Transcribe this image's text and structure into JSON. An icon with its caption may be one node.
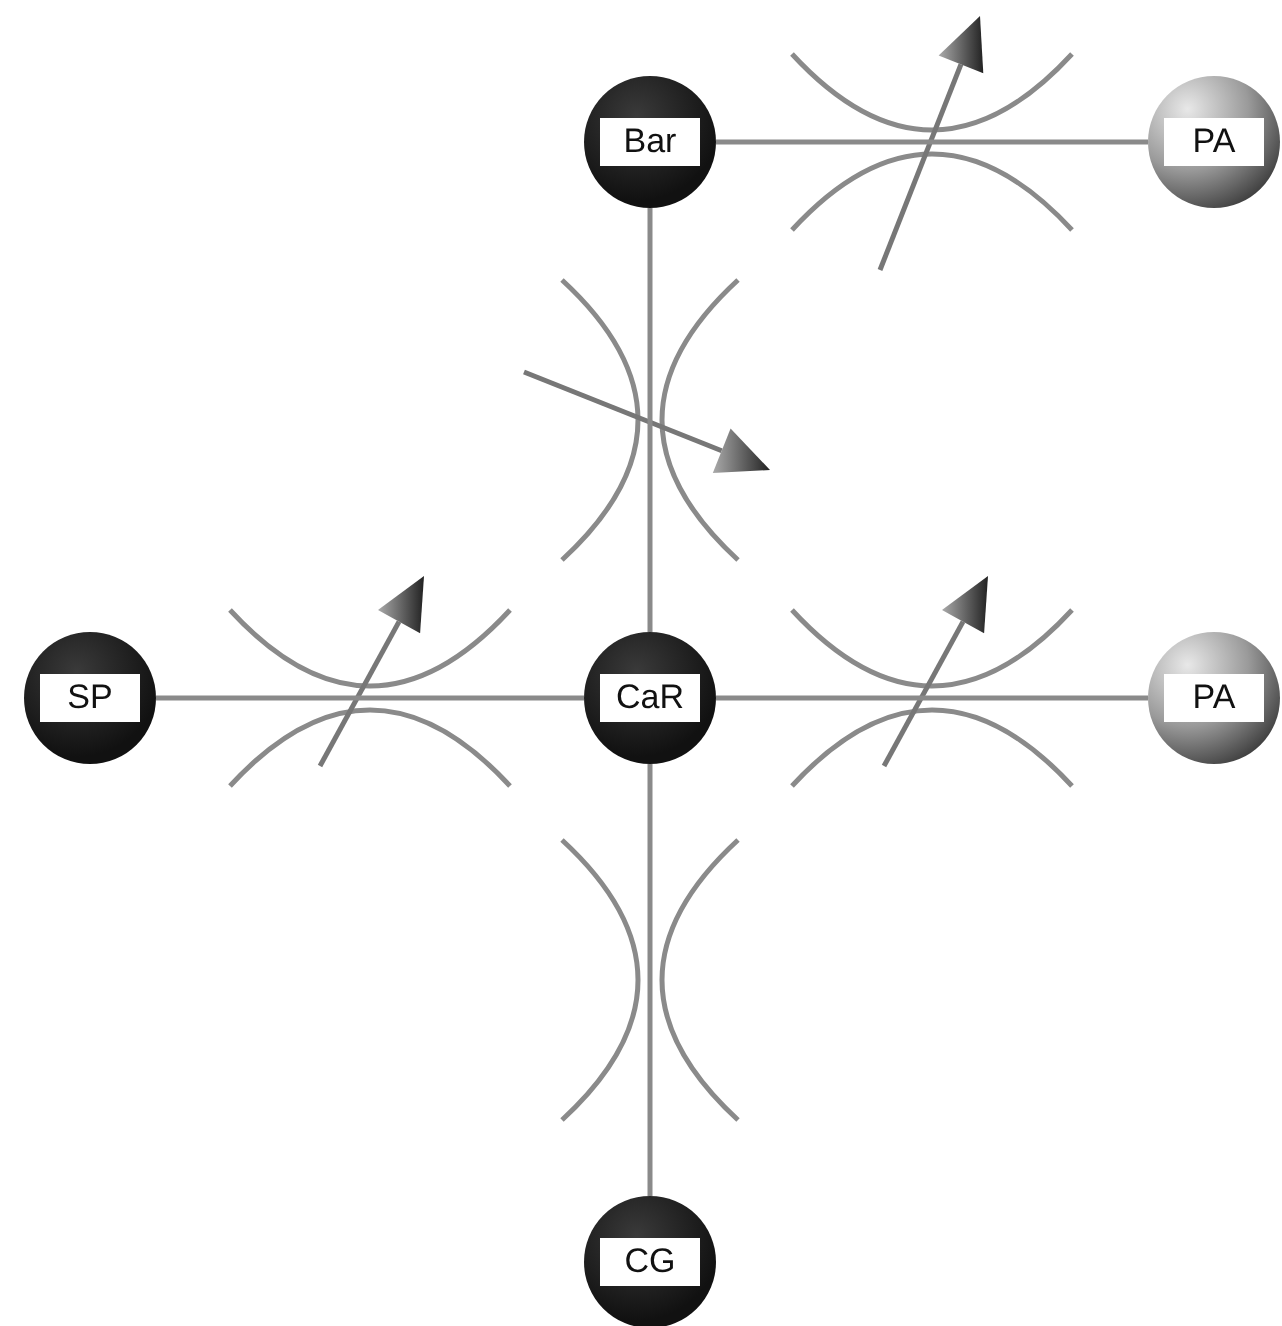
{
  "diagram": {
    "nodes": [
      {
        "text": [
          "Bar"
        ]
      },
      {
        "text": [
          "PA"
        ]
      },
      {
        "text": [
          "SP"
        ]
      },
      {
        "text": [
          "CaR"
        ]
      },
      {
        "text": [
          "PA"
        ]
      },
      {
        "text": [
          "CG"
        ]
      }
    ],
    "edges": [
      {
        "from": 0,
        "to": 1,
        "arrow": "none"
      },
      {
        "from": 0,
        "to": 3,
        "arrow": "none"
      },
      {
        "from": 2,
        "to": 3,
        "arrow": "none"
      },
      {
        "from": 3,
        "to": 4,
        "arrow": "none"
      },
      {
        "from": 3,
        "to": 5,
        "arrow": "none"
      }
    ]
  }
}
